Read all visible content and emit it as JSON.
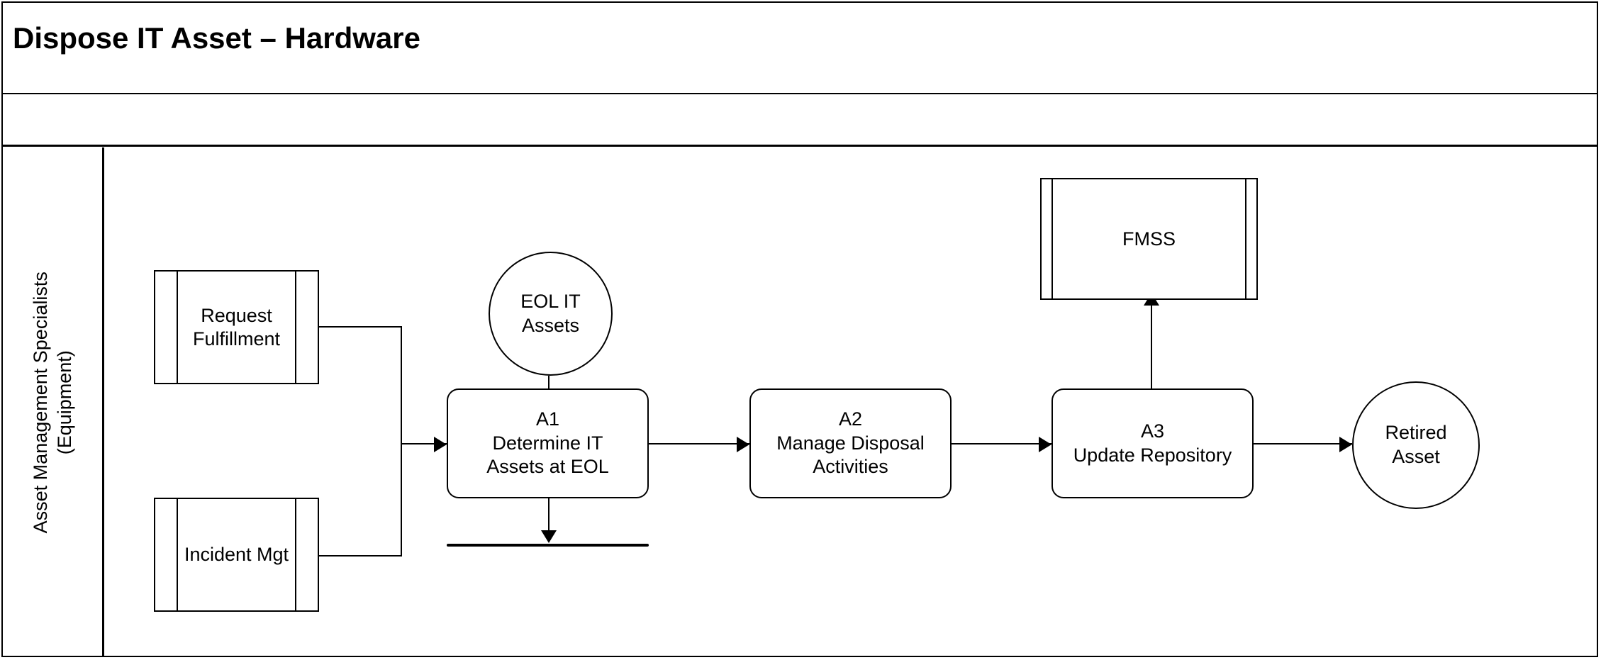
{
  "diagram": {
    "title": "Dispose IT Asset – Hardware",
    "lane": {
      "label_line1": "Asset Management Specialists",
      "label_line2": "(Equipment)"
    },
    "nodes": {
      "request_fulfillment": {
        "label": "Request\nFulfillment",
        "type": "subprocess"
      },
      "incident_mgt": {
        "label": "Incident Mgt",
        "type": "subprocess"
      },
      "eol_it_assets": {
        "label": "EOL IT\nAssets",
        "type": "start-event"
      },
      "a1": {
        "id": "A1",
        "label": "A1\nDetermine  IT\nAssets at EOL",
        "type": "activity"
      },
      "a2": {
        "id": "A2",
        "label": "A2\nManage Disposal\nActivities",
        "type": "activity"
      },
      "a3": {
        "id": "A3",
        "label": "A3\nUpdate Repository",
        "type": "activity"
      },
      "fmss": {
        "label": "FMSS",
        "type": "datastore"
      },
      "retired_asset": {
        "label": "Retired\nAsset",
        "type": "end-event"
      }
    },
    "connectors": [
      {
        "name": "request-fulfillment-to-a1",
        "from": "request_fulfillment",
        "to": "a1",
        "arrow": "right"
      },
      {
        "name": "incident-mgt-to-a1",
        "from": "incident_mgt",
        "to": "a1",
        "arrow": "right"
      },
      {
        "name": "eol-it-assets-to-a1",
        "from": "eol_it_assets",
        "to": "a1",
        "arrow": "down"
      },
      {
        "name": "a1-to-a2",
        "from": "a1",
        "to": "a2",
        "arrow": "right"
      },
      {
        "name": "a2-to-a3",
        "from": "a2",
        "to": "a3",
        "arrow": "right"
      },
      {
        "name": "a3-to-fmss",
        "from": "a3",
        "to": "fmss",
        "arrow": "both"
      },
      {
        "name": "a3-to-retired-asset",
        "from": "a3",
        "to": "retired_asset",
        "arrow": "right"
      }
    ],
    "colors": {
      "stroke": "#000000",
      "fill": "#ffffff",
      "text": "#000000"
    }
  }
}
